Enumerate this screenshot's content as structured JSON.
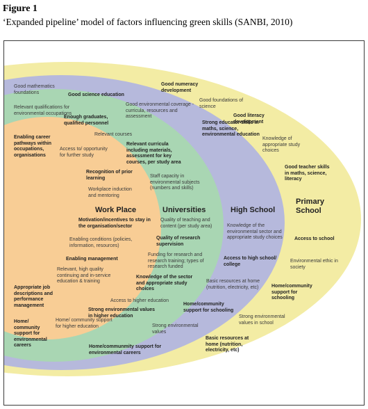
{
  "figure": {
    "label": "Figure 1",
    "caption": "‘Expanded pipeline’ model of factors influencing green skills (SANBI, 2010)"
  },
  "colors": {
    "primary_school": "#f3eca4",
    "high_school": "#b6b9dc",
    "universities": "#a9d6b3",
    "work_place": "#f8cd95",
    "frame": "#3a3a3a"
  },
  "zones": {
    "work_place": "Work Place",
    "universities": "Universities",
    "high_school": "High School",
    "primary_school": "Primary School"
  },
  "primary": {
    "good_maths_foundations": "Good mathematics foundations",
    "good_numeracy": "Good numeracy development",
    "good_foundations_science": "Good foundations of science",
    "good_literacy": "Good literacy development",
    "knowledge_study_choices": "Knowledge of appropriate study choices",
    "good_teacher_skills": "Good teacher skills in maths, science, literacy",
    "access_to_school": "Access to school",
    "environmental_ethic": "Environmental ethic in society",
    "home_support_schooling": "Home/community support for schooling",
    "strong_values_school": "Strong environmental values in school",
    "basic_resources_home": "Basic resources at home (nutrition, electricity, etc)"
  },
  "high_school": {
    "good_science_education": "Good science education",
    "good_env_coverage": "Good environmental coverage - curricula, resources and assessment",
    "strong_educator_skills": "Strong educator skills in maths, science, environmental education",
    "knowledge_env_sector": "Knowledge of the environmental sector and appropriate study choices",
    "access_to_college": "Access to high school/ college",
    "basic_resources_home": "Basic resources at home (nutrition, electricity, etc)",
    "home_support_schooling": "Home/community support for schooling",
    "strong_env_values": "Strong environmental values",
    "home_support_careers": "Home/communmity support for environmental careers"
  },
  "universities": {
    "relevant_qualifications": "Relevant qualifications for environmental occupations",
    "enough_graduates": "Enough graduates, qualified personnel",
    "relevant_courses": "Relevant courses",
    "relevant_curricula": "Relevant curricula including materials, assessment for key courses, per study area",
    "staff_capacity": "Staff capacity in environmental subjects (numbers and skills)",
    "quality_teaching": "Quality of teaching and content (per study area)",
    "quality_supervision": "Quality of research supervision",
    "funding_research": "Funding for research and research training; types of research funded",
    "knowledge_sector_study": "Knowledge of the sector and appropriate study choices",
    "access_higher_education": "Access to higher education",
    "strong_values_higher_ed": "Strong environmental values in higher education",
    "home_support_higher_ed": "Home/ community support for higher education"
  },
  "work_place": {
    "enabling_career_pathways": "Enabling career pathways within occupations, organisations",
    "access_opportunity": "Access to/ opportunity for further study",
    "recognition_prior_learning": "Recognition of prior learning",
    "workplace_induction": "Workplace induction and mentoring",
    "motivation_incentives": "Motivation/incentives to stay in the organisation/sector",
    "enabling_conditions": "Enabling conditions (policies, information, resources)",
    "enabling_management": "Enabling management",
    "relevant_training": "Relevant, high quality continuing and in-service education & training",
    "job_descriptions": "Appropriate job descriptions and performance management",
    "home_support_careers": "Home/ community support for environmental careers"
  }
}
